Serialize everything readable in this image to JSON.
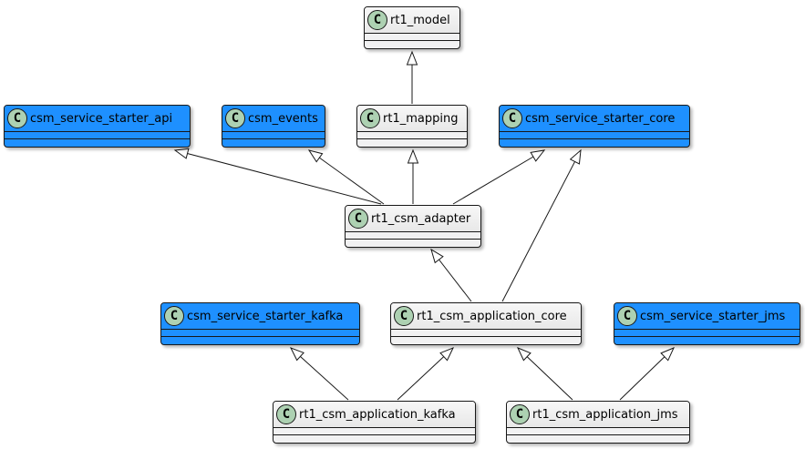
{
  "diagram": {
    "type": "uml-class-diagram",
    "stereotype_letter": "C",
    "colors": {
      "highlight_fill": "#1E90FF",
      "default_fill": "#F1F1F2",
      "border": "#181818",
      "class_circle_fill": "#ADD1B2",
      "edge_line": "#181818",
      "background": "#FFFFFF"
    },
    "nodes": [
      {
        "id": "rt1_model",
        "label": "rt1_model",
        "kind": "class",
        "highlighted": false
      },
      {
        "id": "csm_service_starter_api",
        "label": "csm_service_starter_api",
        "kind": "class",
        "highlighted": true
      },
      {
        "id": "csm_events",
        "label": "csm_events",
        "kind": "class",
        "highlighted": true
      },
      {
        "id": "rt1_mapping",
        "label": "rt1_mapping",
        "kind": "class",
        "highlighted": false
      },
      {
        "id": "csm_service_starter_core",
        "label": "csm_service_starter_core",
        "kind": "class",
        "highlighted": true
      },
      {
        "id": "rt1_csm_adapter",
        "label": "rt1_csm_adapter",
        "kind": "class",
        "highlighted": false
      },
      {
        "id": "csm_service_starter_kafka",
        "label": "csm_service_starter_kafka",
        "kind": "class",
        "highlighted": true
      },
      {
        "id": "rt1_csm_application_core",
        "label": "rt1_csm_application_core",
        "kind": "class",
        "highlighted": false
      },
      {
        "id": "csm_service_starter_jms",
        "label": "csm_service_starter_jms",
        "kind": "class",
        "highlighted": true
      },
      {
        "id": "rt1_csm_application_kafka",
        "label": "rt1_csm_application_kafka",
        "kind": "class",
        "highlighted": false
      },
      {
        "id": "rt1_csm_application_jms",
        "label": "rt1_csm_application_jms",
        "kind": "class",
        "highlighted": false
      }
    ],
    "edges": [
      {
        "from": "rt1_mapping",
        "to": "rt1_model",
        "type": "generalization"
      },
      {
        "from": "rt1_csm_adapter",
        "to": "csm_service_starter_api",
        "type": "generalization"
      },
      {
        "from": "rt1_csm_adapter",
        "to": "csm_events",
        "type": "generalization"
      },
      {
        "from": "rt1_csm_adapter",
        "to": "rt1_mapping",
        "type": "generalization"
      },
      {
        "from": "rt1_csm_adapter",
        "to": "csm_service_starter_core",
        "type": "generalization"
      },
      {
        "from": "rt1_csm_application_core",
        "to": "rt1_csm_adapter",
        "type": "generalization"
      },
      {
        "from": "rt1_csm_application_core",
        "to": "csm_service_starter_core",
        "type": "generalization"
      },
      {
        "from": "rt1_csm_application_kafka",
        "to": "csm_service_starter_kafka",
        "type": "generalization"
      },
      {
        "from": "rt1_csm_application_kafka",
        "to": "rt1_csm_application_core",
        "type": "generalization"
      },
      {
        "from": "rt1_csm_application_jms",
        "to": "rt1_csm_application_core",
        "type": "generalization"
      },
      {
        "from": "rt1_csm_application_jms",
        "to": "csm_service_starter_jms",
        "type": "generalization"
      }
    ]
  }
}
